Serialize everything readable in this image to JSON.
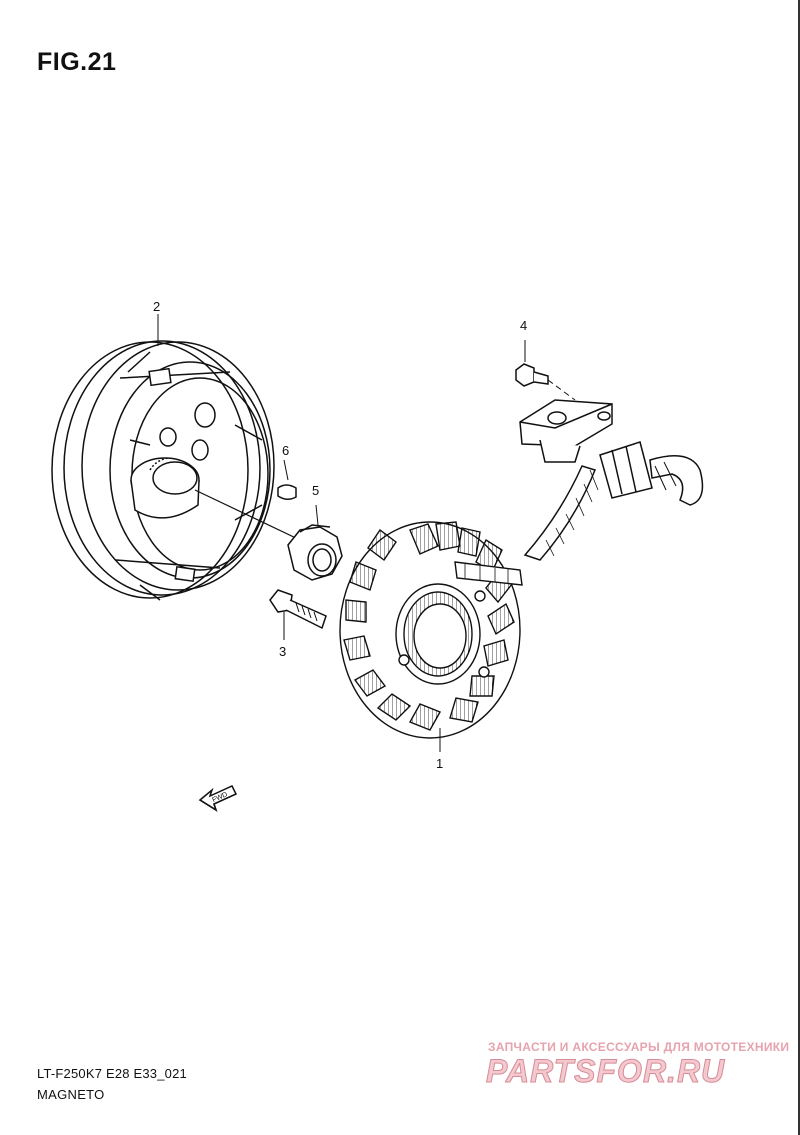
{
  "figure": {
    "title": "FIG.21",
    "code": "LT-F250K7 E28 E33_021",
    "caption": "MAGNETO"
  },
  "callouts": [
    {
      "number": "1",
      "part": "stator"
    },
    {
      "number": "2",
      "part": "rotor"
    },
    {
      "number": "3",
      "part": "bolt"
    },
    {
      "number": "4",
      "part": "screw"
    },
    {
      "number": "5",
      "part": "nut"
    },
    {
      "number": "6",
      "part": "key"
    }
  ],
  "direction_marker": {
    "text": "FWD"
  },
  "watermark": {
    "tagline": "ЗАПЧАСТИ И АКСЕССУАРЫ ДЛЯ МОТОТЕХНИКИ",
    "logo_text": "PARTSFOR.RU",
    "color": "#e6a3ad"
  },
  "colors": {
    "line": "#111111",
    "background": "#ffffff"
  }
}
